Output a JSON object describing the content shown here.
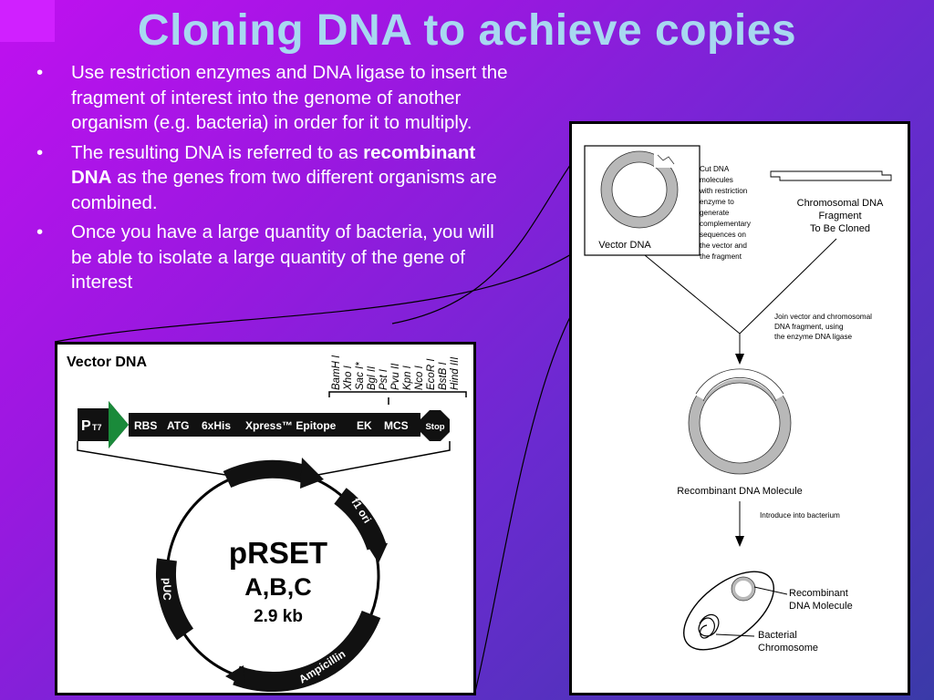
{
  "title": "Cloning DNA to achieve copies",
  "bullets": {
    "b1": "Use restriction enzymes and DNA ligase to insert the fragment of interest into the genome of another organism (e.g. bacteria) in order for it to multiply.",
    "b2_pre": "The resulting DNA is referred to as ",
    "b2_bold": "recombinant DNA",
    "b2_post": " as the genes from two different organisms are combined.",
    "b3": "Once you have a large quantity of bacteria, you will be able to isolate a large quantity of the gene of interest"
  },
  "left_figure": {
    "heading": "Vector DNA",
    "promoter": "P",
    "promoter_sub": "T7",
    "strip": [
      "RBS",
      "ATG",
      "6xHis",
      "Xpress™ Epitope",
      "EK",
      "MCS"
    ],
    "stop": "Stop",
    "sites": [
      "BamH I",
      "Xho I",
      "Sac I*",
      "Bgl II",
      "Pst I",
      "Pvu II",
      "Kpn I",
      "Nco I",
      "EcoR I",
      "BstB I",
      "Hind III"
    ],
    "plasmid_name": "pRSET",
    "plasmid_variants": "A,B,C",
    "plasmid_size": "2.9 kb",
    "features": [
      "f1 ori",
      "Ampicillin",
      "pUC"
    ]
  },
  "right_figure": {
    "cut_text": [
      "Cut DNA",
      "molecules",
      "with restriction",
      "enzyme to",
      "generate",
      "complementary",
      "sequences on",
      "the vector and",
      "the fragment"
    ],
    "vector_label": "Vector DNA",
    "fragment_label": [
      "Chromosomal DNA",
      "Fragment",
      "To Be Cloned"
    ],
    "join_text": [
      "Join vector and chromosomal",
      "DNA fragment, using",
      "the enzyme DNA ligase"
    ],
    "recombinant_label": "Recombinant DNA Molecule",
    "introduce_text": "Introduce into bacterium",
    "recomb_label2": [
      "Recombinant",
      "DNA Molecule"
    ],
    "bacterial_label": [
      "Bacterial",
      "Chromosome"
    ]
  },
  "colors": {
    "title": "#a8d8f0",
    "bullet_text": "#ffffff",
    "ring_gray": "#b8b8b8"
  }
}
